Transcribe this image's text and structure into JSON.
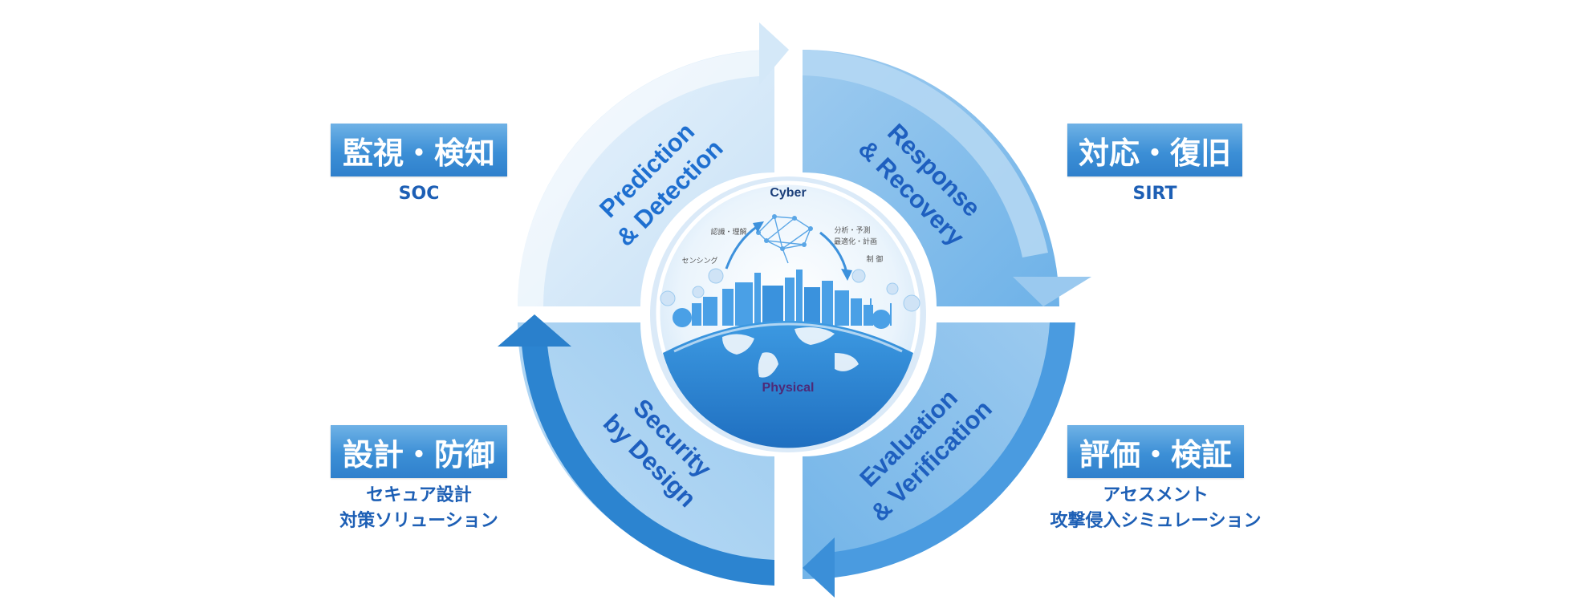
{
  "quadrants": {
    "top_left": {
      "line1": "Prediction",
      "line2": "& Detection"
    },
    "top_right": {
      "line1": "Response",
      "line2": "& Recovery"
    },
    "bottom_right": {
      "line1": "Evaluation",
      "line2": "& Verification"
    },
    "bottom_left": {
      "line1": "Security",
      "line2": "by Design"
    }
  },
  "center": {
    "top_label": "Cyber",
    "bottom_label": "Physical",
    "notes": {
      "recognition": "認識・理解",
      "sensing": "センシング",
      "analysis": "分析・予測",
      "optimization": "最適化・計画",
      "control": "制 御"
    }
  },
  "side_labels": {
    "left_top": {
      "title": "監視・検知",
      "sub": [
        "SOC"
      ]
    },
    "right_top": {
      "title": "対応・復旧",
      "sub": [
        "SIRT"
      ]
    },
    "left_bottom": {
      "title": "設計・防御",
      "sub": [
        "セキュア設計",
        "対策ソリューション"
      ]
    },
    "right_bottom": {
      "title": "評価・検証",
      "sub": [
        "アセスメント",
        "攻撃侵入シミュレーション"
      ]
    }
  },
  "colors": {
    "pale_blue": "#dcecf9",
    "light_blue": "#a9d0f0",
    "mid_blue": "#7bb8e8",
    "blue": "#4f9ee0",
    "dark_blue": "#2f86d2",
    "text_blue": "#1d5fb5",
    "label_dark": "#1b3f7a"
  }
}
